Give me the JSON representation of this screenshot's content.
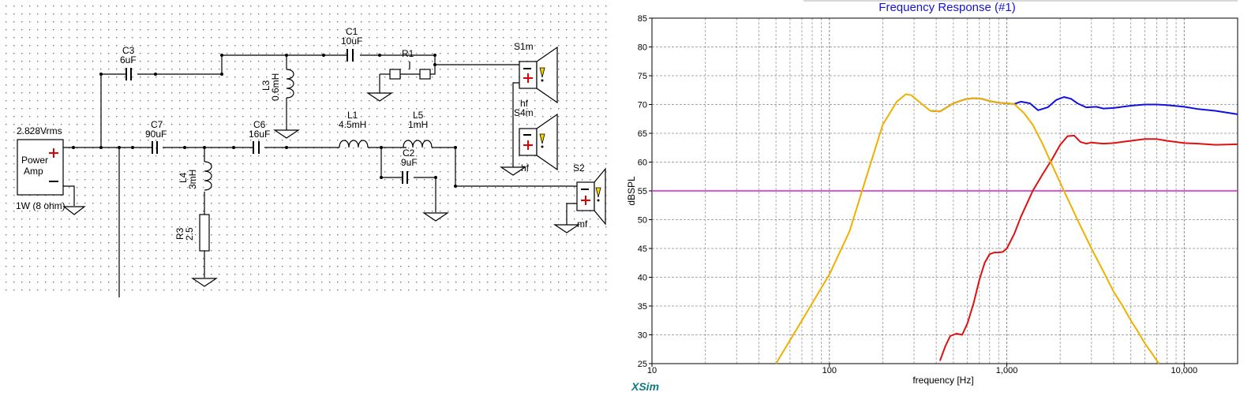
{
  "schematic": {
    "amp_voltage": "2.828Vrms",
    "amp_name": [
      "Power",
      "Amp"
    ],
    "amp_power": "1W (8 ohm)",
    "components": {
      "C3": {
        "name": "C3",
        "value": "6uF"
      },
      "C1": {
        "name": "C1",
        "value": "10uF"
      },
      "R1": {
        "name": "R1"
      },
      "L3": {
        "name": "L3",
        "value": "0.6mH"
      },
      "C7": {
        "name": "C7",
        "value": "90uF"
      },
      "C6": {
        "name": "C6",
        "value": "16uF"
      },
      "L1": {
        "name": "L1",
        "value": "4.5mH"
      },
      "L5": {
        "name": "L5",
        "value": "1mH"
      },
      "C2": {
        "name": "C2",
        "value": "9uF"
      },
      "L4": {
        "name": "L4",
        "value": "3mH"
      },
      "R3": {
        "name": "R3",
        "value": "2.5"
      }
    },
    "speakers": {
      "S1m": {
        "name": "S1m",
        "tag": "hf"
      },
      "S4m": {
        "name": "S4m",
        "tag": "hf"
      },
      "S2": {
        "name": "S2",
        "tag": "mf"
      }
    }
  },
  "plot": {
    "brand": "XSim",
    "colors": {
      "total": "#1010e0",
      "tweeter": "#e01010",
      "woofer": "#f0b000",
      "reference": "#d020d0",
      "title": "#1414d2",
      "brand": "#117a82"
    }
  },
  "chart_data": {
    "type": "line",
    "title": "Frequency Response (#1)",
    "xlabel": "frequency [Hz]",
    "ylabel": "dBSPL",
    "xscale": "log",
    "xlim": [
      10,
      20000
    ],
    "ylim": [
      25,
      85
    ],
    "xticks": [
      10,
      100,
      1000,
      10000
    ],
    "xtick_labels": [
      "10",
      "100",
      "1,000",
      "10,000"
    ],
    "yticks": [
      25,
      30,
      35,
      40,
      45,
      50,
      55,
      60,
      65,
      70,
      75,
      80,
      85
    ],
    "ytick_labels": [
      "25",
      "30",
      "35",
      "40",
      "45",
      "50",
      "55",
      "60",
      "65",
      "70",
      "75",
      "80",
      "85"
    ],
    "grid": true,
    "series": [
      {
        "key": "woofer",
        "color": "#f0b000",
        "x": [
          50,
          70,
          100,
          130,
          160,
          200,
          240,
          270,
          290,
          320,
          370,
          420,
          500,
          580,
          650,
          720,
          800,
          900,
          1000,
          1100,
          1250,
          1400,
          1600,
          1800,
          2100,
          2500,
          3000,
          3500,
          4000,
          4500,
          5000,
          5500,
          6000,
          6500,
          7200
        ],
        "y": [
          25,
          32.5,
          40.5,
          48,
          57,
          66.5,
          70.5,
          71.8,
          71.6,
          70.5,
          68.9,
          68.8,
          70.2,
          70.9,
          71.1,
          71.0,
          70.6,
          70.3,
          70.2,
          70.1,
          68.5,
          66.5,
          63.0,
          59.5,
          55.0,
          50.0,
          45.0,
          41.0,
          37.5,
          35.0,
          32.5,
          30.5,
          28.5,
          27.0,
          25.0
        ]
      },
      {
        "key": "total",
        "color": "#1010e0",
        "x": [
          370,
          420,
          500,
          580,
          650,
          720,
          800,
          900,
          1000,
          1100,
          1200,
          1350,
          1500,
          1700,
          1900,
          2100,
          2300,
          2500,
          2800,
          3200,
          3500,
          4000,
          5000,
          6000,
          7000,
          8000,
          10000,
          12000,
          15000,
          20000
        ],
        "y": [
          68.9,
          68.8,
          70.2,
          70.9,
          71.1,
          71.0,
          70.6,
          70.3,
          70.2,
          70.1,
          70.5,
          70.2,
          69.0,
          69.5,
          70.8,
          71.3,
          71.0,
          70.2,
          69.5,
          69.6,
          69.3,
          69.4,
          69.8,
          70.0,
          70.0,
          69.9,
          69.6,
          69.2,
          68.9,
          68.3
        ]
      },
      {
        "key": "tweeter",
        "color": "#e01010",
        "x": [
          420,
          450,
          480,
          520,
          560,
          600,
          650,
          700,
          750,
          800,
          850,
          900,
          950,
          1000,
          1100,
          1200,
          1400,
          1600,
          1800,
          2000,
          2200,
          2400,
          2600,
          2800,
          3000,
          3500,
          4000,
          5000,
          6000,
          7000,
          8000,
          10000,
          12000,
          15000,
          20000
        ],
        "y": [
          25.5,
          28.0,
          29.8,
          30.2,
          30.0,
          32.0,
          35.5,
          39.5,
          42.5,
          44.0,
          44.3,
          44.3,
          44.4,
          45.0,
          47.5,
          50.5,
          55.0,
          58.0,
          60.5,
          63.0,
          64.5,
          64.6,
          63.5,
          63.2,
          63.4,
          63.2,
          63.3,
          63.7,
          64.0,
          64.0,
          63.7,
          63.3,
          63.2,
          63.0,
          63.1
        ]
      },
      {
        "key": "reference",
        "color": "#d020d0",
        "x": [
          10,
          20000
        ],
        "y": [
          55,
          55
        ]
      }
    ]
  }
}
